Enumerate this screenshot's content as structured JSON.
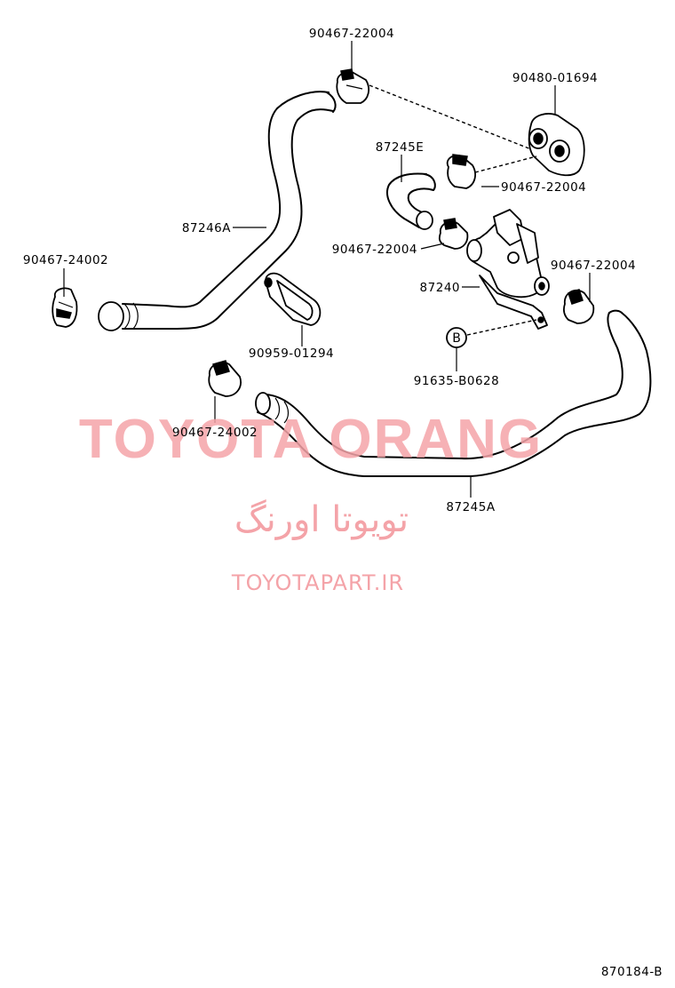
{
  "labels": {
    "clip_top": "90467-22004",
    "grommet": "90480-01694",
    "hose_small": "87245E",
    "clip_right_upper": "90467-22004",
    "hose_upper": "87246A",
    "clip_left": "90467-24002",
    "clip_valve_left": "90467-22004",
    "clip_valve_right": "90467-22004",
    "valve": "87240",
    "clamp": "90959-01294",
    "callout_letter": "B",
    "bolt": "91635-B0628",
    "clip_bottom_left": "90467-24002",
    "hose_lower": "87245A"
  },
  "watermark": {
    "title": "TOYOTA ORANG",
    "persian": "تویوتا اورنگ",
    "url": "TOYOTAPART.IR",
    "color": "#f4a3a8"
  },
  "diagram_code": "870184-B"
}
